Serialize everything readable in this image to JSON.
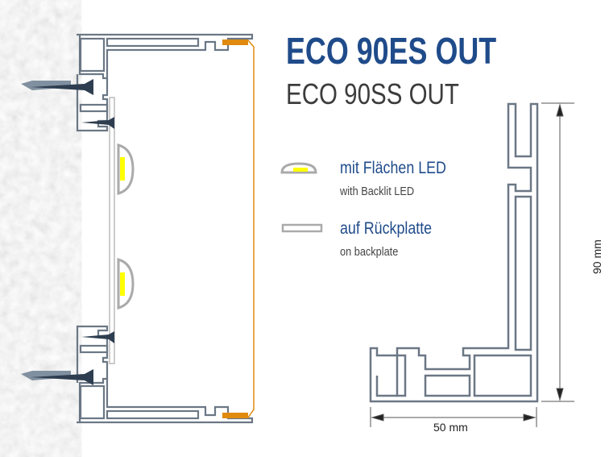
{
  "title": {
    "primary": "ECO 90ES  OUT",
    "secondary": "ECO 90SS OUT"
  },
  "legend": [
    {
      "icon": "led-profile-icon",
      "label": "mit Flächen LED",
      "sublabel": "with Backlit LED"
    },
    {
      "icon": "backplate-profile-icon",
      "label": "auf Rückplatte",
      "sublabel": "on backplate"
    }
  ],
  "dimensions": {
    "height": "90 mm",
    "width": "50 mm"
  },
  "colors": {
    "profile": "#6b7785",
    "brand_blue": "#1f4b8a",
    "orange": "#e08a10",
    "led": "#ffff00",
    "screw": "#2e3e50"
  }
}
